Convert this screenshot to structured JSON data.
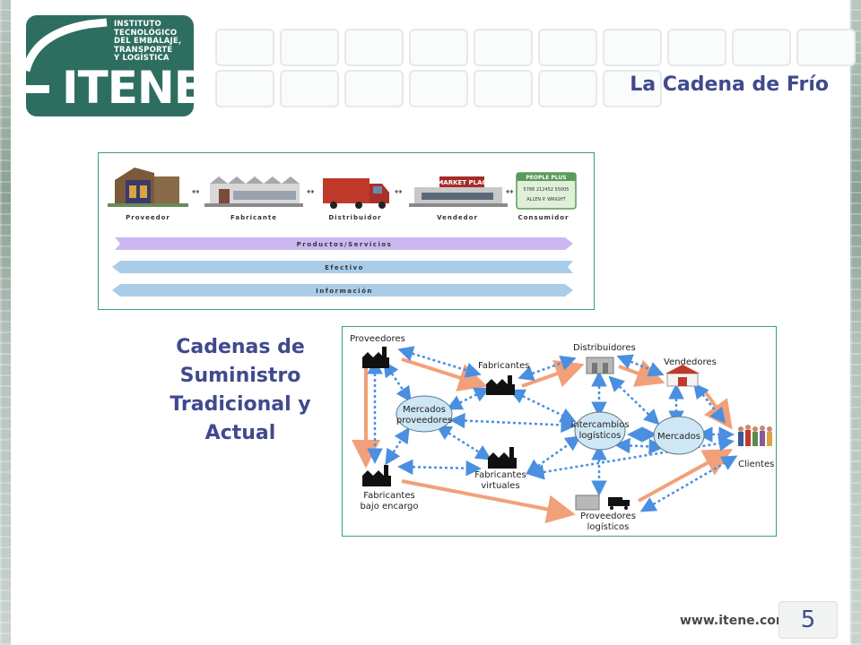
{
  "header": {
    "logo_subtitle": [
      "INSTITUTO",
      "TECNOLÓGICO",
      "DEL EMBALAJE,",
      "TRANSPORTE",
      "Y LOGÍSTICA"
    ],
    "logo_text": "ITENE",
    "title": "La Cadena de Frío"
  },
  "diagram_traditional": {
    "stages": [
      "Proveedor",
      "Fabricante",
      "Distribuidor",
      "Vendedor",
      "Consumidor"
    ],
    "flows": [
      "Productos/Servicios",
      "Efectivo",
      "Información"
    ],
    "store_sign": "MARKET PLAC",
    "card_header": "PEOPLE PLUS",
    "card_numbers": "5786 212452 55005",
    "card_name": "ALLEN P. WRIGHT"
  },
  "caption": "Cadenas de Suministro Tradicional y Actual",
  "diagram_current": {
    "nodes": {
      "proveedores": "Proveedores",
      "fabricantes": "Fabricantes",
      "distribuidores": "Distribuidores",
      "vendedores": "Vendedores",
      "mercados_prov_1": "Mercados",
      "mercados_prov_2": "proveedores",
      "intercambios_1": "Intercambios",
      "intercambios_2": "logísticos",
      "mercados": "Mercados",
      "clientes": "Clientes",
      "fab_virtuales_1": "Fabricantes",
      "fab_virtuales_2": "virtuales",
      "fab_encargo_1": "Fabricantes",
      "fab_encargo_2": "bajo encargo",
      "prov_log_1": "Proveedores",
      "prov_log_2": "logísticos"
    }
  },
  "footer": {
    "url": "www.itene.com",
    "page_number": "5"
  },
  "colors": {
    "brand_green": "#2e6e60",
    "title_blue": "#3f4a8e",
    "box_border": "#3a9a8c",
    "arrow_orange": "#f2a07a",
    "arrow_blue": "#4a8fe0",
    "flow_purple": "#cbb8f0",
    "flow_blue": "#a9cde9"
  }
}
